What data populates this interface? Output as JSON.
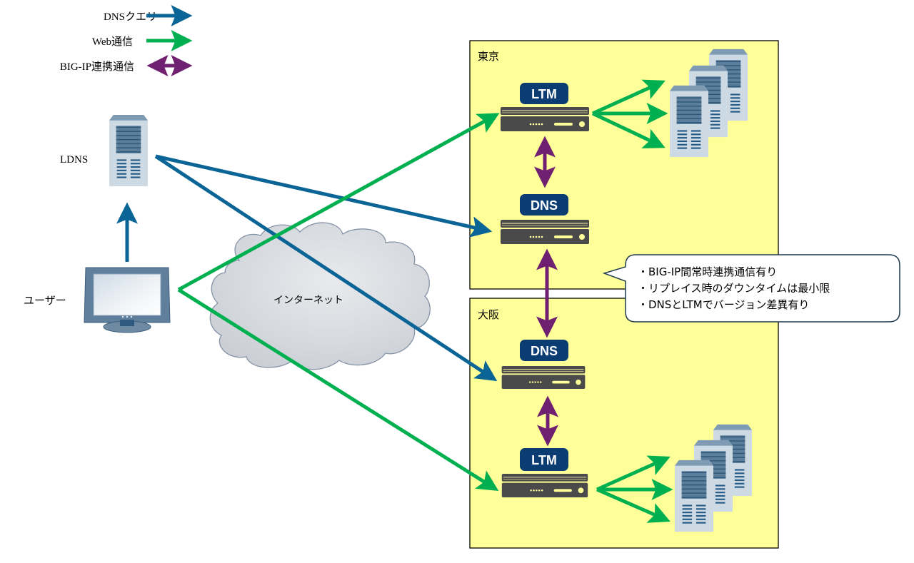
{
  "legend": {
    "items": [
      {
        "label": "DNSクエリ",
        "type": "dns-query",
        "direction": "single"
      },
      {
        "label": "Web通信",
        "type": "web",
        "direction": "single"
      },
      {
        "label": "BIG-IP連携通信",
        "type": "bigip-sync",
        "direction": "double"
      }
    ]
  },
  "colors": {
    "dns_query": "#0a6496",
    "web": "#00b050",
    "bigip_sync": "#702070",
    "site_fill": "#ffff99",
    "badge": "#0b3d73",
    "appliance": "#4a4a4a"
  },
  "nodes": {
    "ldns": {
      "label": "LDNS",
      "icon": "server-tower-icon"
    },
    "user": {
      "label": "ユーザー",
      "icon": "monitor-icon"
    },
    "internet": {
      "label": "インターネット",
      "icon": "cloud-icon"
    }
  },
  "sites": [
    {
      "name": "東京",
      "devices": [
        {
          "badge": "LTM",
          "role": "ltm"
        },
        {
          "badge": "DNS",
          "role": "dns"
        }
      ],
      "server_count": 3
    },
    {
      "name": "大阪",
      "devices": [
        {
          "badge": "DNS",
          "role": "dns"
        },
        {
          "badge": "LTM",
          "role": "ltm"
        }
      ],
      "server_count": 3
    }
  ],
  "callout": {
    "lines": [
      "・BIG-IP間常時連携通信有り",
      "・リプレイス時のダウンタイムは最小限",
      "・DNSとLTMでバージョン差異有り"
    ]
  }
}
